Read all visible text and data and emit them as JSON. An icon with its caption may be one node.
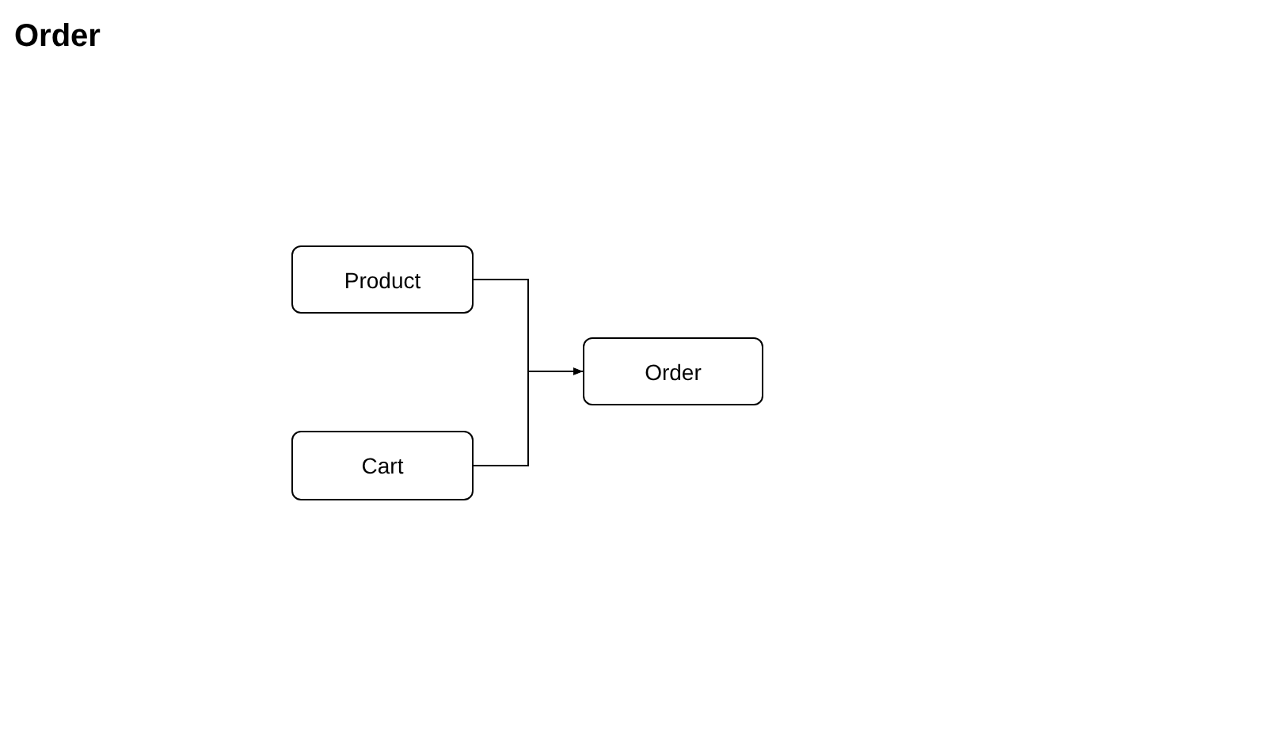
{
  "diagram": {
    "title": "Order",
    "nodes": [
      {
        "text": [
          "Product"
        ]
      },
      {
        "text": [
          "Cart"
        ]
      },
      {
        "text": [
          "Order"
        ]
      }
    ],
    "edges": [
      {
        "from": 0,
        "to": 2,
        "arrow": "to"
      },
      {
        "from": 1,
        "to": 2,
        "arrow": "to"
      }
    ]
  }
}
